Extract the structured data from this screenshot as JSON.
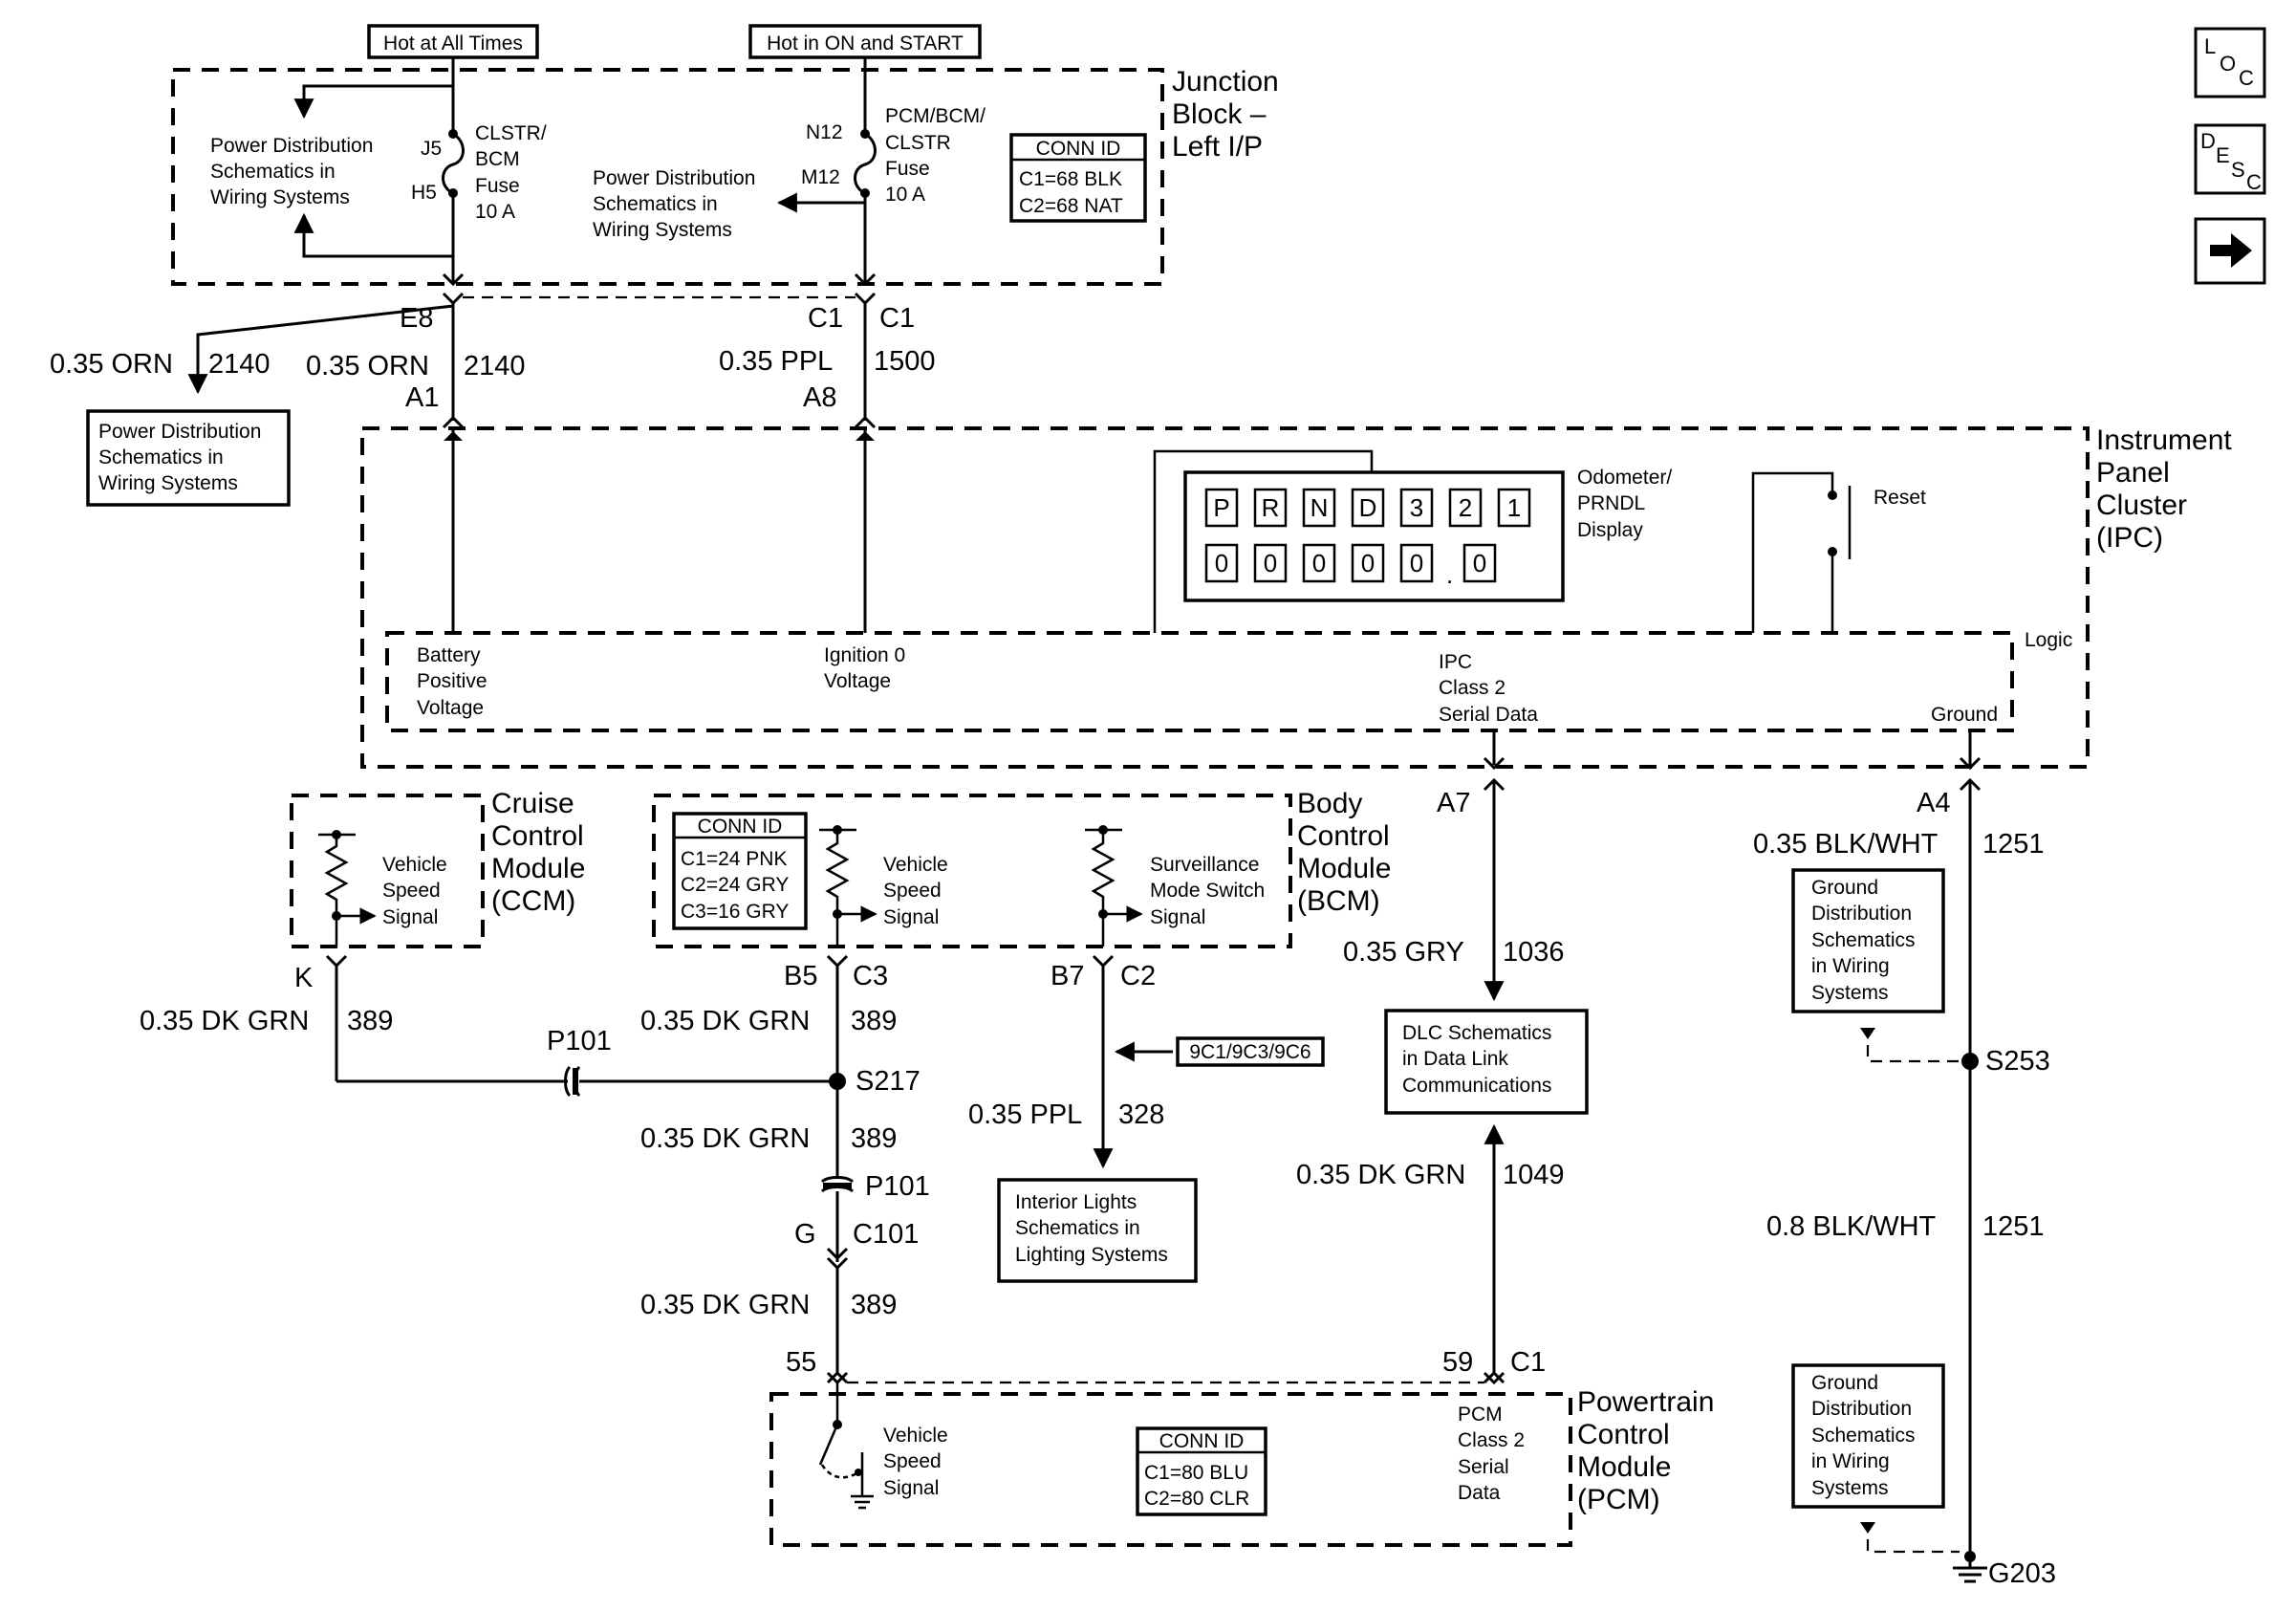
{
  "header": {
    "hot_always": "Hot at All Times",
    "hot_on_start": "Hot in ON and START"
  },
  "junction": {
    "title": [
      "Junction",
      "Block –",
      "Left I/P"
    ],
    "pd_left": [
      "Power Distribution",
      "Schematics in",
      "Wiring Systems"
    ],
    "pd_mid": [
      "Power Distribution",
      "Schematics in",
      "Wiring Systems"
    ],
    "pin_j5": "J5",
    "pin_h5": "H5",
    "pin_n12": "N12",
    "pin_m12": "M12",
    "fuse1": [
      "CLSTR/",
      "BCM",
      "Fuse",
      "10 A"
    ],
    "fuse2": [
      "PCM/BCM/",
      "CLSTR",
      "Fuse",
      "10 A"
    ],
    "conn": [
      "CONN ID",
      "C1=68 BLK",
      "C2=68 NAT"
    ]
  },
  "wires_top": {
    "e8": "E8",
    "c1a": "C1",
    "c1b": "C1",
    "orn_left": "0.35 ORN",
    "orn_left_num": "2140",
    "orn": "0.35 ORN",
    "orn_num": "2140",
    "a1": "A1",
    "ppl": "0.35 PPL",
    "ppl_num": "1500",
    "a8": "A8",
    "pd_box": [
      "Power Distribution",
      "Schematics in",
      "Wiring Systems"
    ]
  },
  "ipc": {
    "title": [
      "Instrument",
      "Panel",
      "Cluster",
      "(IPC)"
    ],
    "prndl": [
      "P",
      "R",
      "N",
      "D",
      "3",
      "2",
      "1"
    ],
    "odo": [
      "0",
      "0",
      "0",
      "0",
      "0",
      "0"
    ],
    "odo_dot": ".",
    "display_label": [
      "Odometer/",
      "PRNDL",
      "Display"
    ],
    "reset": "Reset",
    "logic": "Logic",
    "batt": [
      "Battery",
      "Positive",
      "Voltage"
    ],
    "ign": [
      "Ignition 0",
      "Voltage"
    ],
    "serial": [
      "IPC",
      "Class 2",
      "Serial Data"
    ],
    "ground": "Ground"
  },
  "ccm": {
    "title": [
      "Cruise",
      "Control",
      "Module",
      "(CCM)"
    ],
    "vss": [
      "Vehicle",
      "Speed",
      "Signal"
    ],
    "pin": "K",
    "wire": "0.35 DK GRN",
    "num": "389",
    "p101": "P101"
  },
  "bcm": {
    "title": [
      "Body",
      "Control",
      "Module",
      "(BCM)"
    ],
    "conn": [
      "CONN ID",
      "C1=24 PNK",
      "C2=24 GRY",
      "C3=16 GRY"
    ],
    "vss": [
      "Vehicle",
      "Speed",
      "Signal"
    ],
    "surv": [
      "Surveillance",
      "Mode Switch",
      "Signal"
    ],
    "b5": "B5",
    "c3": "C3",
    "b7": "B7",
    "c2": "C2",
    "wire1": "0.35 DK GRN",
    "num1": "389",
    "s217": "S217",
    "wire2": "0.35 DK GRN",
    "num2": "389",
    "p101": "P101",
    "g": "G",
    "c101": "C101",
    "wire3": "0.35 DK GRN",
    "num3": "389",
    "ref": "9C1/9C3/9C6",
    "ppl": "0.35 PPL",
    "ppl_num": "328",
    "lights": [
      "Interior Lights",
      "Schematics in",
      "Lighting Systems"
    ]
  },
  "dlc": {
    "a7": "A7",
    "gry": "0.35 GRY",
    "gry_num": "1036",
    "box": [
      "DLC Schematics",
      "in Data Link",
      "Communications"
    ],
    "grn": "0.35 DK GRN",
    "grn_num": "1049",
    "p59": "59",
    "c1": "C1"
  },
  "ground": {
    "a4": "A4",
    "wire1": "0.35 BLK/WHT",
    "num1": "1251",
    "box1": [
      "Ground",
      "Distribution",
      "Schematics",
      "in Wiring",
      "Systems"
    ],
    "s253": "S253",
    "wire2": "0.8 BLK/WHT",
    "num2": "1251",
    "box2": [
      "Ground",
      "Distribution",
      "Schematics",
      "in Wiring",
      "Systems"
    ],
    "g203": "G203"
  },
  "pcm": {
    "title": [
      "Powertrain",
      "Control",
      "Module",
      "(PCM)"
    ],
    "p55": "55",
    "vss": [
      "Vehicle",
      "Speed",
      "Signal"
    ],
    "conn": [
      "CONN ID",
      "C1=80 BLU",
      "C2=80 CLR"
    ],
    "serial": [
      "PCM",
      "Class 2",
      "Serial",
      "Data"
    ]
  },
  "nav": {
    "loc": [
      "L",
      "O",
      "C"
    ],
    "desc": [
      "D",
      "E",
      "S",
      "C"
    ]
  }
}
